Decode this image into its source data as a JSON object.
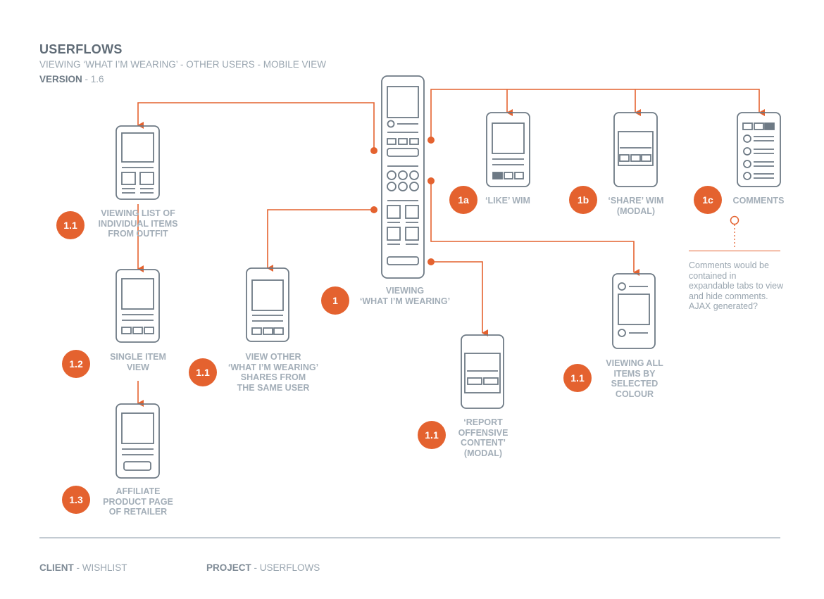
{
  "header": {
    "title": "USERFLOWS",
    "subtitle": "VIEWING ‘WHAT I’M WEARING’ - OTHER USERS - MOBILE VIEW",
    "version_label": "VERSION",
    "version_value": " - 1.6"
  },
  "nodes": {
    "main": {
      "badge": "1",
      "label_line1": "VIEWING",
      "label_line2": "‘WHAT I’M WEARING’"
    },
    "like": {
      "badge": "1a",
      "label": "‘LIKE’ WIM"
    },
    "share": {
      "badge": "1b",
      "label_line1": "‘SHARE’ WIM",
      "label_line2": "(MODAL)"
    },
    "comments": {
      "badge": "1c",
      "label": "COMMENTS"
    },
    "items_list": {
      "badge": "1.1",
      "label_line1": "VIEWING LIST OF",
      "label_line2": "INDIVIDUAL ITEMS",
      "label_line3": "FROM OUTFIT"
    },
    "single_item": {
      "badge": "1.2",
      "label_line1": "SINGLE ITEM",
      "label_line2": "VIEW"
    },
    "affiliate": {
      "badge": "1.3",
      "label_line1": "AFFILIATE",
      "label_line2": "PRODUCT PAGE",
      "label_line3": "OF RETAILER"
    },
    "other_wim": {
      "badge": "1.1",
      "label_line1": "VIEW OTHER",
      "label_line2": "‘WHAT I’M WEARING’",
      "label_line3": "SHARES FROM",
      "label_line4": "THE SAME USER"
    },
    "report": {
      "badge": "1.1",
      "label_line1": "‘REPORT",
      "label_line2": "OFFENSIVE",
      "label_line3": "CONTENT’",
      "label_line4": "(MODAL)"
    },
    "colour": {
      "badge": "1.1",
      "label_line1": "VIEWING ALL",
      "label_line2": "ITEMS BY",
      "label_line3": "SELECTED",
      "label_line4": "COLOUR"
    }
  },
  "comments_note": "Comments would be contained in expandable tabs to view and hide comments. AJAX generated?",
  "footer": {
    "client_label": "CLIENT",
    "client_value": " - WISHLIST",
    "project_label": "PROJECT",
    "project_value": " - USERFLOWS"
  },
  "colors": {
    "accent": "#e4622f",
    "wireframe": "#6e7a85",
    "label": "#a3aeb8"
  }
}
